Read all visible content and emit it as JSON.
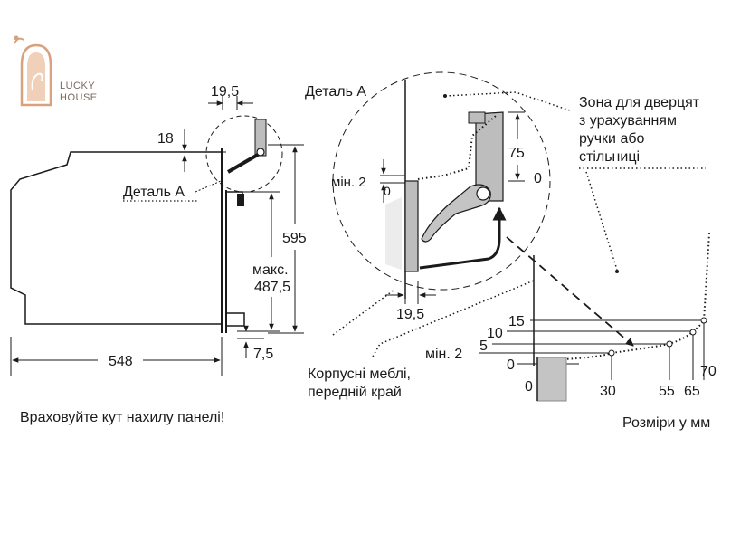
{
  "logo": {
    "line1": "LUCKY",
    "line2": "HOUSE",
    "color": "#d9a27e"
  },
  "left_view": {
    "dim_top_width": "19,5",
    "dim_lip": "18",
    "detail_label": "Деталь А",
    "dim_height": "595",
    "dim_max_prefix": "макс.",
    "dim_max_value": "487,5",
    "dim_bottom": "7,5",
    "dim_depth": "548"
  },
  "detail_view": {
    "title": "Деталь А",
    "dim_min_label": "мін. 2",
    "dim_zero_small": "0",
    "dim_right_height": "75",
    "dim_right_zero": "0",
    "dim_bottom": "19,5",
    "zone_text": [
      "Зона для дверцят",
      "з урахуванням",
      "ручки або",
      "стільниці"
    ],
    "furniture_text": [
      "Корпусні меблі,",
      "передній край"
    ]
  },
  "scale": {
    "y_labels": [
      "15",
      "10",
      "5",
      "мін. 2",
      "0"
    ],
    "x_zero": "0",
    "x_labels": [
      "30",
      "55",
      "65",
      "70"
    ]
  },
  "notes": {
    "warning": "Враховуйте кут нахилу панелі!",
    "units": "Розміри у мм"
  }
}
